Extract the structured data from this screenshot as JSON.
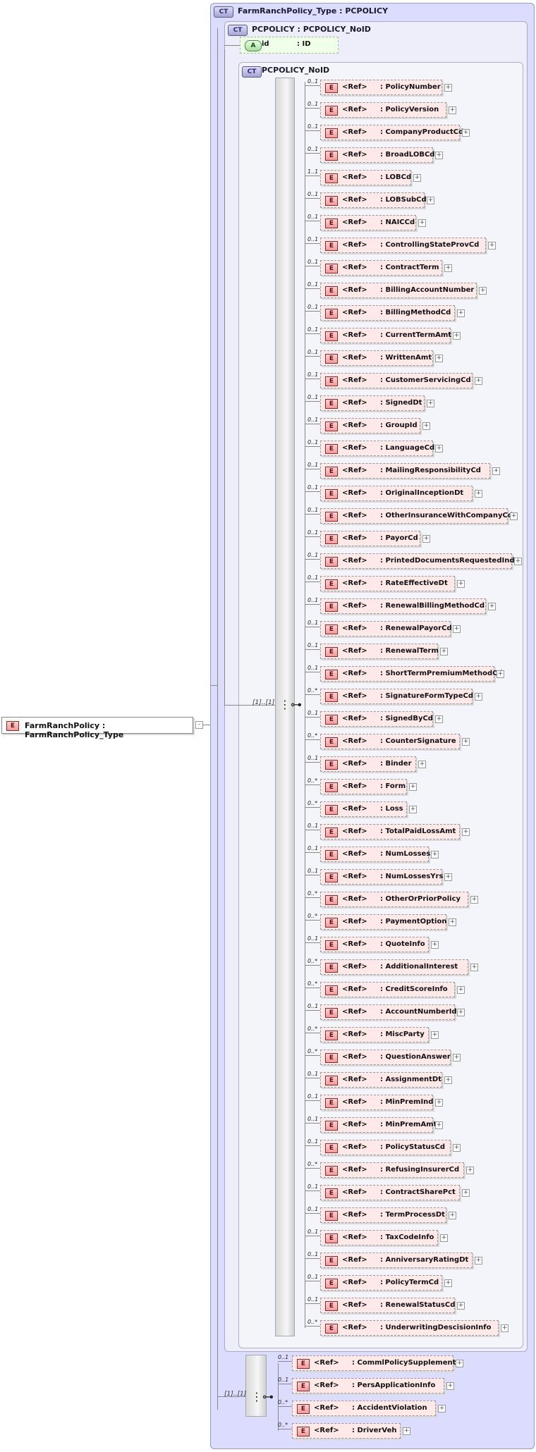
{
  "root": {
    "name": "FarmRanchPolicy : FarmRanchPolicy_Type",
    "badge": "E"
  },
  "outer_ct": {
    "badge": "CT",
    "title": "FarmRanchPolicy_Type : PCPOLICY"
  },
  "mid_ct": {
    "badge": "CT",
    "title": "PCPOLICY : PCPOLICY_NoID"
  },
  "attribute": {
    "badge": "A",
    "name": "id",
    "type": ": ID"
  },
  "inner_ct": {
    "badge": "CT",
    "title": "PCPOLICY_NoID"
  },
  "seq1_card": "[1]..[1]",
  "seq2_card": "[1]..[1]",
  "ref_label": "<Ref>",
  "element_badge": "E",
  "elements": [
    {
      "card": "0..1",
      "name": ": PolicyNumber"
    },
    {
      "card": "0..1",
      "name": ": PolicyVersion"
    },
    {
      "card": "0..1",
      "name": ": CompanyProductCd"
    },
    {
      "card": "0..1",
      "name": ": BroadLOBCd"
    },
    {
      "card": "1..1",
      "name": ": LOBCd"
    },
    {
      "card": "0..1",
      "name": ": LOBSubCd"
    },
    {
      "card": "0..1",
      "name": ": NAICCd"
    },
    {
      "card": "0..1",
      "name": ": ControllingStateProvCd"
    },
    {
      "card": "0..1",
      "name": ": ContractTerm"
    },
    {
      "card": "0..1",
      "name": ": BillingAccountNumber"
    },
    {
      "card": "0..1",
      "name": ": BillingMethodCd"
    },
    {
      "card": "0..1",
      "name": ": CurrentTermAmt"
    },
    {
      "card": "0..1",
      "name": ": WrittenAmt"
    },
    {
      "card": "0..1",
      "name": ": CustomerServicingCd"
    },
    {
      "card": "0..1",
      "name": ": SignedDt"
    },
    {
      "card": "0..1",
      "name": ": GroupId"
    },
    {
      "card": "0..1",
      "name": ": LanguageCd"
    },
    {
      "card": "0..1",
      "name": ": MailingResponsibilityCd"
    },
    {
      "card": "0..1",
      "name": ": OriginalInceptionDt"
    },
    {
      "card": "0..1",
      "name": ": OtherInsuranceWithCompanyCd"
    },
    {
      "card": "0..1",
      "name": ": PayorCd"
    },
    {
      "card": "0..1",
      "name": ": PrintedDocumentsRequestedInd"
    },
    {
      "card": "0..1",
      "name": ": RateEffectiveDt"
    },
    {
      "card": "0..1",
      "name": ": RenewalBillingMethodCd"
    },
    {
      "card": "0..1",
      "name": ": RenewalPayorCd"
    },
    {
      "card": "0..1",
      "name": ": RenewalTerm"
    },
    {
      "card": "0..1",
      "name": ": ShortTermPremiumMethodCd"
    },
    {
      "card": "0..*",
      "name": ": SignatureFormTypeCd"
    },
    {
      "card": "0..1",
      "name": ": SignedByCd"
    },
    {
      "card": "0..*",
      "name": ": CounterSignature"
    },
    {
      "card": "0..1",
      "name": ": Binder"
    },
    {
      "card": "0..*",
      "name": ": Form"
    },
    {
      "card": "0..*",
      "name": ": Loss"
    },
    {
      "card": "0..1",
      "name": ": TotalPaidLossAmt"
    },
    {
      "card": "0..1",
      "name": ": NumLosses"
    },
    {
      "card": "0..1",
      "name": ": NumLossesYrs"
    },
    {
      "card": "0..*",
      "name": ": OtherOrPriorPolicy"
    },
    {
      "card": "0..*",
      "name": ": PaymentOption"
    },
    {
      "card": "0..1",
      "name": ": QuoteInfo"
    },
    {
      "card": "0..*",
      "name": ": AdditionalInterest"
    },
    {
      "card": "0..*",
      "name": ": CreditScoreInfo"
    },
    {
      "card": "0..1",
      "name": ": AccountNumberId"
    },
    {
      "card": "0..*",
      "name": ": MiscParty"
    },
    {
      "card": "0..*",
      "name": ": QuestionAnswer"
    },
    {
      "card": "0..1",
      "name": ": AssignmentDt"
    },
    {
      "card": "0..1",
      "name": ": MinPremInd"
    },
    {
      "card": "0..1",
      "name": ": MinPremAmt"
    },
    {
      "card": "0..1",
      "name": ": PolicyStatusCd"
    },
    {
      "card": "0..*",
      "name": ": RefusingInsurerCd"
    },
    {
      "card": "0..1",
      "name": ": ContractSharePct"
    },
    {
      "card": "0..1",
      "name": ": TermProcessDt"
    },
    {
      "card": "0..1",
      "name": ": TaxCodeInfo"
    },
    {
      "card": "0..1",
      "name": ": AnniversaryRatingDt"
    },
    {
      "card": "0..1",
      "name": ": PolicyTermCd"
    },
    {
      "card": "0..1",
      "name": ": RenewalStatusCd"
    },
    {
      "card": "0..*",
      "name": ": UnderwritingDescisionInfo"
    }
  ],
  "elements2": [
    {
      "card": "0..1",
      "name": ": CommlPolicySupplement"
    },
    {
      "card": "0..1",
      "name": ": PersApplicationInfo"
    },
    {
      "card": "0..*",
      "name": ": AccidentViolation"
    },
    {
      "card": "0..*",
      "name": ": DriverVeh"
    }
  ]
}
